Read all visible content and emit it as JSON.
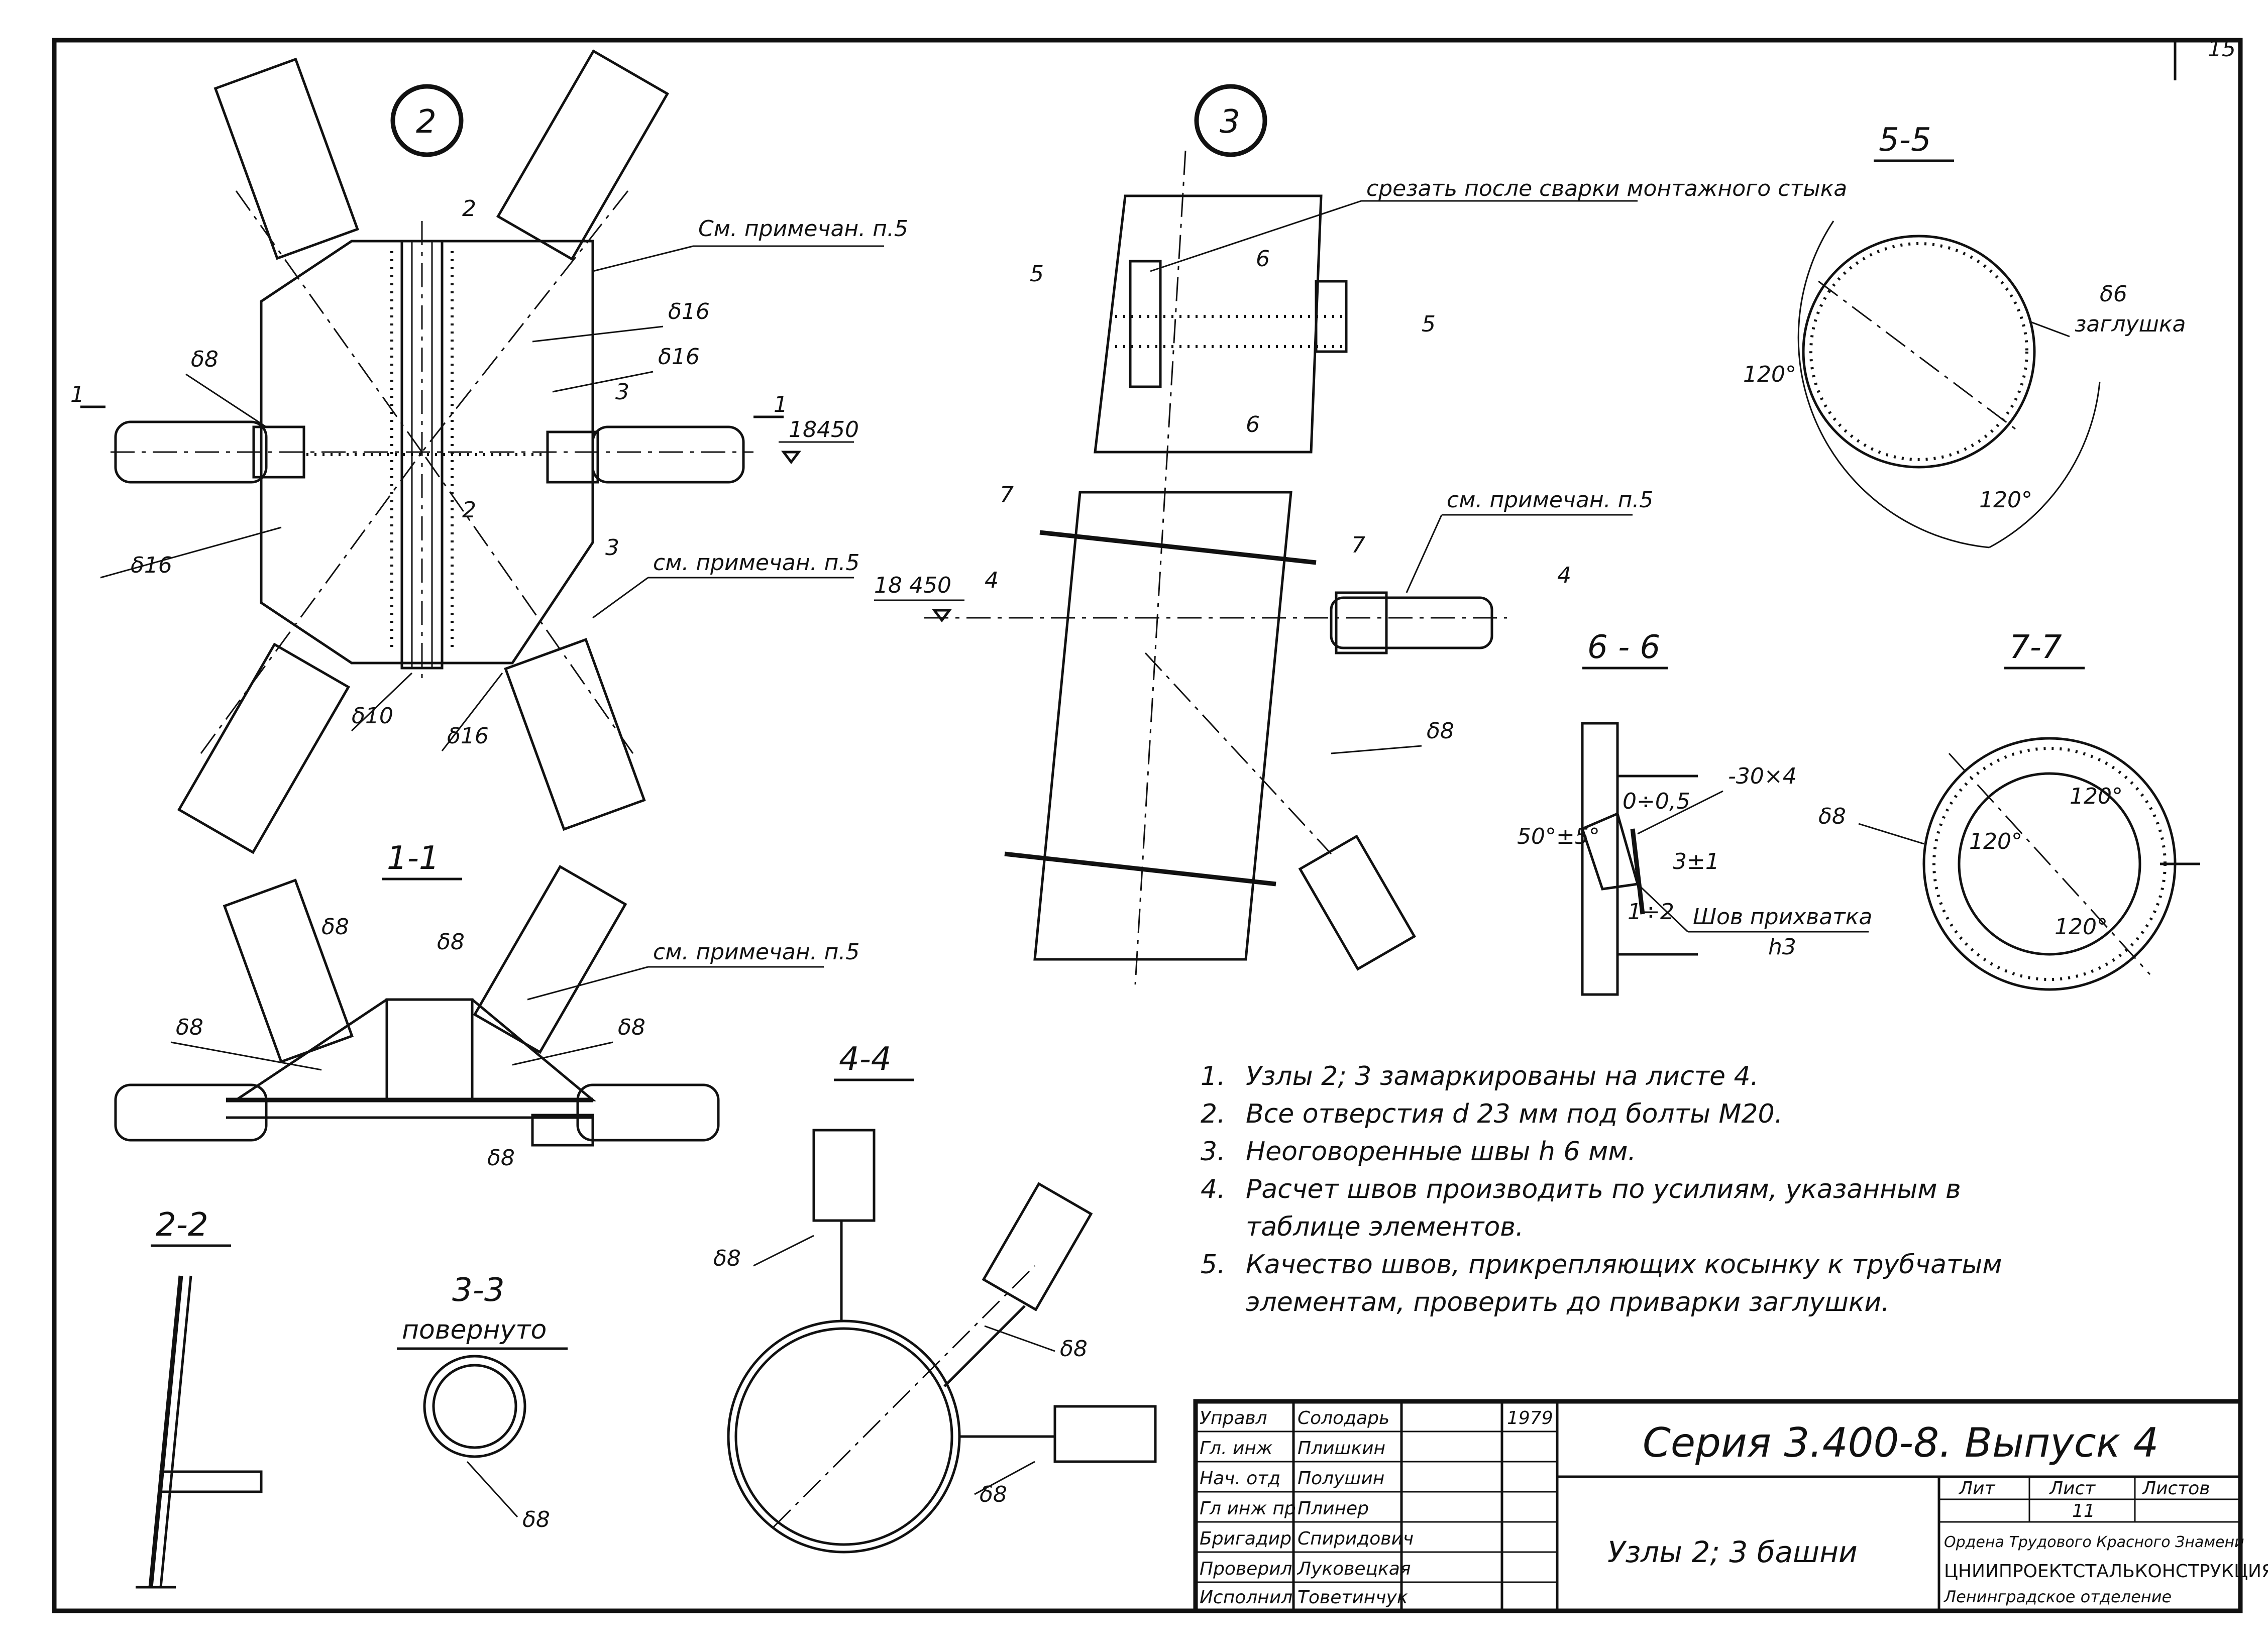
{
  "sheet_number": "15",
  "node_labels": {
    "node2": "2",
    "node3": "3"
  },
  "node2": {
    "cut_marks": [
      "2",
      "2",
      "1",
      "1",
      "3",
      "3"
    ],
    "elevation": "18450",
    "notes": [
      "См. примечан. п.5",
      "см. примечан. п.5"
    ],
    "thickness": [
      "δ16",
      "δ16",
      "δ8",
      "δ16",
      "δ10",
      "δ16"
    ]
  },
  "node3": {
    "cut_label": "срезать после сварки монтажного стыка",
    "cut_marks": [
      "5",
      "5",
      "6",
      "6",
      "7",
      "7",
      "4",
      "4"
    ],
    "elevation": "18 450",
    "note": "см. примечан. п.5",
    "thickness": [
      "δ8"
    ]
  },
  "sections": {
    "s11": {
      "title": "1-1",
      "thickness": [
        "δ8",
        "δ8",
        "δ8",
        "δ8",
        "δ8"
      ],
      "note": "см. примечан. п.5"
    },
    "s22": {
      "title": "2-2"
    },
    "s33": {
      "title": "3-3",
      "subtitle": "повернуто",
      "thickness": "δ8"
    },
    "s44": {
      "title": "4-4",
      "thickness": [
        "δ8",
        "δ8",
        "δ8"
      ]
    },
    "s55": {
      "title": "5-5",
      "thickness": "δ6",
      "plug": "заглушка",
      "angles": [
        "120°",
        "120°"
      ]
    },
    "s66": {
      "title": "6 - 6",
      "angle": "50°±5°",
      "gap": "0÷0,5",
      "strip": "-30×4",
      "tol": "3±1",
      "gap2": "1÷2",
      "weld": "Шов прихватка",
      "weld_h": "h3"
    },
    "s77": {
      "title": "7-7",
      "thickness": "δ8",
      "angles": [
        "120°",
        "120°",
        "120°"
      ]
    }
  },
  "notes": [
    {
      "num": "1.",
      "lines": [
        "Узлы 2; 3 замаркированы на листе 4."
      ]
    },
    {
      "num": "2.",
      "lines": [
        "Все отверстия d 23 мм под болты М20."
      ]
    },
    {
      "num": "3.",
      "lines": [
        "Неоговоренные швы h 6 мм."
      ]
    },
    {
      "num": "4.",
      "lines": [
        "Расчет швов производить по усилиям, указанным в",
        "таблице элементов."
      ]
    },
    {
      "num": "5.",
      "lines": [
        "Качество швов, прикрепляющих косынку к трубчатым",
        "элементам, проверить до приварки заглушки."
      ]
    }
  ],
  "title_block": {
    "roles": [
      {
        "role": "Управл",
        "name": "Солодарь"
      },
      {
        "role": "Гл. инж",
        "name": "Плишкин"
      },
      {
        "role": "Нач. отд",
        "name": "Полушин"
      },
      {
        "role": "Гл инж пр",
        "name": "Плинер"
      },
      {
        "role": "Бригадир",
        "name": "Спиридович"
      },
      {
        "role": "Проверил",
        "name": "Луковецкая"
      },
      {
        "role": "Исполнил",
        "name": "Товетинчук"
      }
    ],
    "year": "1979",
    "series": "Серия 3.400-8. Выпуск 4",
    "drawing_title": "Узлы 2; 3 башни",
    "col_lit": "Лит",
    "col_sheet": "Лист",
    "col_sheets": "Листов",
    "sheet": "11",
    "org_line1": "Ордена Трудового Красного Знамени",
    "org_line2": "ЦНИИПРОЕКТСТАЛЬКОНСТРУКЦИЯ",
    "org_line3": "Ленинградское отделение"
  },
  "colors": {
    "ink": "#111111",
    "paper": "#ffffff"
  }
}
